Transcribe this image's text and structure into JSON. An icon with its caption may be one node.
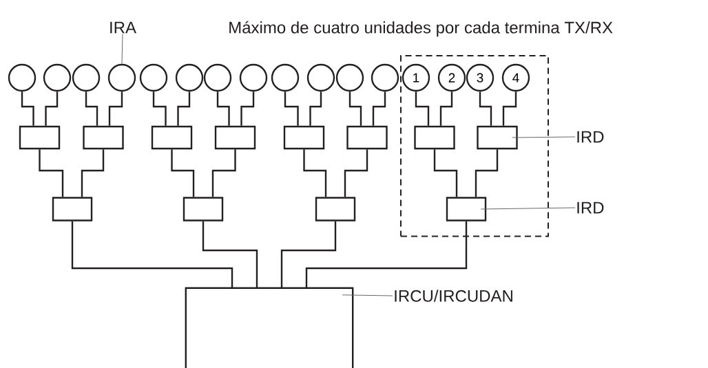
{
  "diagram": {
    "nodes": [
      {
        "text": [
          "IRA"
        ]
      },
      {
        "text": [],
        "shape": "box"
      },
      {
        "text": [],
        "shape": "circle"
      },
      {
        "text": [],
        "shape": "circle"
      },
      {
        "text": [],
        "shape": "circle"
      },
      {
        "text": [],
        "shape": "circle"
      },
      {
        "text": [],
        "shape": "circle"
      },
      {
        "text": [],
        "shape": "circle"
      },
      {
        "text": [],
        "shape": "circle"
      },
      {
        "text": [],
        "shape": "circle"
      },
      {
        "text": [],
        "shape": "circle"
      },
      {
        "text": [],
        "shape": "circle"
      },
      {
        "text": [],
        "shape": "circle"
      },
      {
        "text": [],
        "shape": "circle"
      },
      {
        "text": [
          "1"
        ],
        "in": 1
      },
      {
        "text": [
          "2"
        ],
        "in": 1
      },
      {
        "text": [
          "3"
        ],
        "in": 1
      },
      {
        "text": [
          "4"
        ],
        "in": 1
      },
      {
        "text": [],
        "shape": "box"
      },
      {
        "text": [],
        "shape": "box"
      },
      {
        "text": [],
        "shape": "box"
      },
      {
        "text": [],
        "shape": "box"
      },
      {
        "text": [],
        "shape": "box"
      },
      {
        "text": [],
        "shape": "box"
      },
      {
        "text": [],
        "shape": "box",
        "in": 1
      },
      {
        "text": [],
        "shape": "box",
        "in": 1
      },
      {
        "text": [],
        "shape": "box"
      },
      {
        "text": [],
        "shape": "box"
      },
      {
        "text": [],
        "shape": "box"
      },
      {
        "text": [],
        "shape": "box",
        "in": 1
      },
      {
        "text": [],
        "shape": "box"
      },
      {
        "text": [
          "IRD"
        ]
      },
      {
        "text": [
          "IRD"
        ]
      },
      {
        "text": [
          "IRCU/IRCUDAN"
        ]
      }
    ],
    "edges": [
      {
        "from": 0,
        "to": 5,
        "arrow": "none",
        "color": "#666666"
      },
      {
        "from": 2,
        "to": 18,
        "arrow": "none"
      },
      {
        "from": 3,
        "to": 18,
        "arrow": "none"
      },
      {
        "from": 4,
        "to": 19,
        "arrow": "none"
      },
      {
        "from": 5,
        "to": 19,
        "arrow": "none"
      },
      {
        "from": 6,
        "to": 20,
        "arrow": "none"
      },
      {
        "from": 7,
        "to": 20,
        "arrow": "none"
      },
      {
        "from": 8,
        "to": 21,
        "arrow": "none"
      },
      {
        "from": 9,
        "to": 21,
        "arrow": "none"
      },
      {
        "from": 10,
        "to": 22,
        "arrow": "none"
      },
      {
        "from": 11,
        "to": 22,
        "arrow": "none"
      },
      {
        "from": 12,
        "to": 23,
        "arrow": "none"
      },
      {
        "from": 13,
        "to": 23,
        "arrow": "none"
      },
      {
        "from": 14,
        "to": 24,
        "arrow": "none"
      },
      {
        "from": 15,
        "to": 24,
        "arrow": "none"
      },
      {
        "from": 16,
        "to": 25,
        "arrow": "none"
      },
      {
        "from": 17,
        "to": 25,
        "arrow": "none"
      },
      {
        "from": 18,
        "to": 26,
        "arrow": "none"
      },
      {
        "from": 19,
        "to": 26,
        "arrow": "none"
      },
      {
        "from": 20,
        "to": 27,
        "arrow": "none"
      },
      {
        "from": 21,
        "to": 27,
        "arrow": "none"
      },
      {
        "from": 22,
        "to": 28,
        "arrow": "none"
      },
      {
        "from": 23,
        "to": 28,
        "arrow": "none"
      },
      {
        "from": 24,
        "to": 29,
        "arrow": "none"
      },
      {
        "from": 25,
        "to": 29,
        "arrow": "none"
      },
      {
        "from": 26,
        "to": 30,
        "arrow": "none"
      },
      {
        "from": 27,
        "to": 30,
        "arrow": "none"
      },
      {
        "from": 28,
        "to": 30,
        "arrow": "none"
      },
      {
        "from": 29,
        "to": 30,
        "arrow": "none"
      },
      {
        "from": 31,
        "to": 25,
        "arrow": "none",
        "color": "#666666"
      },
      {
        "from": 32,
        "to": 29,
        "arrow": "none",
        "color": "#666666"
      },
      {
        "from": 33,
        "to": 30,
        "arrow": "none",
        "color": "#666666"
      }
    ],
    "labels": [
      "Máximo de cuatro unidades por cada termina TX/RX"
    ]
  }
}
